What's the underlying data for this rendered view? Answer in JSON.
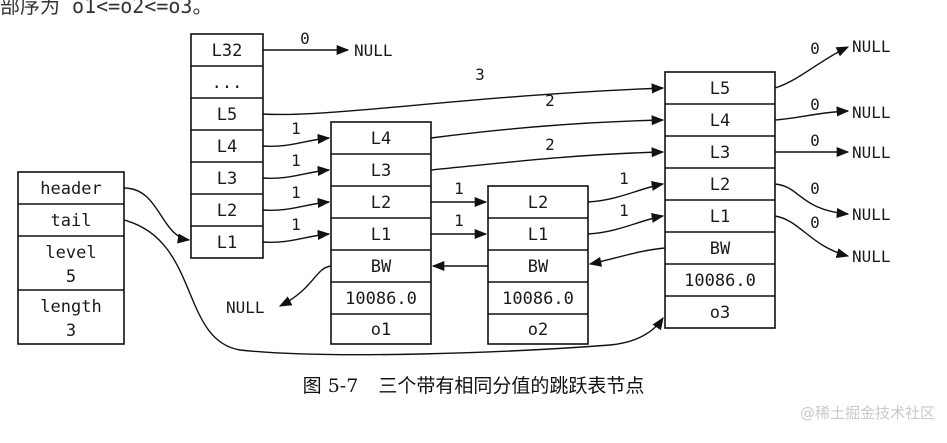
{
  "top_fragment": "部序为 o1<=o2<=o3。",
  "caption": {
    "figure_no": "图 5-7",
    "title": "三个带有相同分值的跳跃表节点"
  },
  "watermark": "@稀土掘金技术社区",
  "null_label": "NULL",
  "list_struct": {
    "cells": [
      "header",
      "tail",
      "level",
      "5",
      "length",
      "3"
    ]
  },
  "header_node": {
    "levels": [
      "L32",
      "...",
      "L5",
      "L4",
      "L3",
      "L2",
      "L1"
    ]
  },
  "nodes": [
    {
      "id": "o1",
      "levels": [
        "L4",
        "L3",
        "L2",
        "L1"
      ],
      "backward": "BW",
      "score": "10086.0",
      "obj": "o1"
    },
    {
      "id": "o2",
      "levels": [
        "L2",
        "L1"
      ],
      "backward": "BW",
      "score": "10086.0",
      "obj": "o2"
    },
    {
      "id": "o3",
      "levels": [
        "L5",
        "L4",
        "L3",
        "L2",
        "L1"
      ],
      "backward": "BW",
      "score": "10086.0",
      "obj": "o3"
    }
  ],
  "spans": {
    "header_L32": "0",
    "header_L5": "3",
    "header_L4": "1",
    "header_L3": "1",
    "header_L2": "1",
    "header_L1": "1",
    "o1_L4": "2",
    "o1_L3": "2",
    "o1_L2": "1",
    "o1_L1": "1",
    "o2_L2": "1",
    "o2_L1": "1",
    "o3_L5": "0",
    "o3_L4": "0",
    "o3_L3": "0",
    "o3_L2": "0",
    "o3_L1": "0"
  }
}
